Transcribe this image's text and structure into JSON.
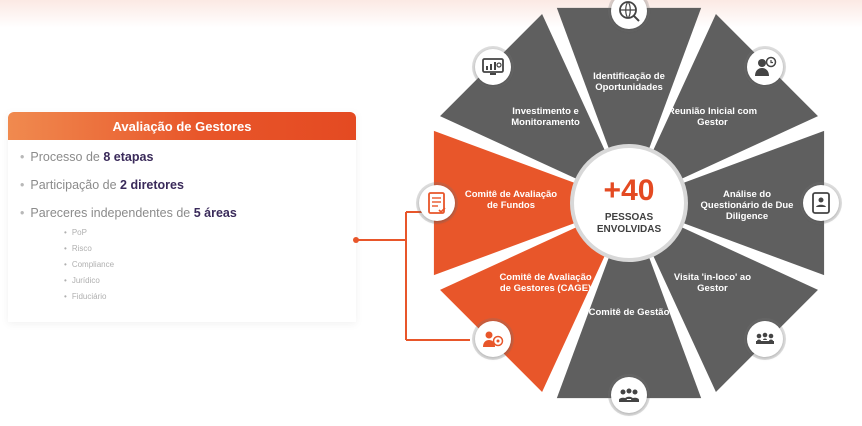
{
  "card": {
    "title": "Avaliação de Gestores",
    "bullets": [
      {
        "prefix": "Processo de ",
        "bold": "8 etapas"
      },
      {
        "prefix": "Participação de ",
        "bold": "2 diretores"
      },
      {
        "prefix": "Pareceres independentes de ",
        "bold": "5 áreas"
      }
    ],
    "areas": [
      "PoP",
      "Risco",
      "Compliance",
      "Jurídico",
      "Fiduciário"
    ]
  },
  "center": {
    "number": "+40",
    "line1": "PESSOAS",
    "line2": "ENVOLVIDAS"
  },
  "segments": [
    {
      "label": "Identificação de Oportunidades",
      "icon": "globe-search-icon",
      "color": "#5f5f5f"
    },
    {
      "label": "Reunião Inicial com Gestor",
      "icon": "meeting-clock-icon",
      "color": "#5f5f5f"
    },
    {
      "label": "Análise do Questionário de Due Diligence",
      "icon": "questionnaire-icon",
      "color": "#5f5f5f"
    },
    {
      "label": "Visita 'in-loco' ao Gestor",
      "icon": "team-meeting-icon",
      "color": "#5f5f5f"
    },
    {
      "label": "Comitê de Gestão",
      "icon": "committee-icon",
      "color": "#5f5f5f"
    },
    {
      "label": "Comitê de Avaliação de Gestores (CAGE)",
      "icon": "manager-target-icon",
      "color": "#e8562a"
    },
    {
      "label": "Comitê de Avaliação de Fundos",
      "icon": "fund-document-icon",
      "color": "#e8562a"
    },
    {
      "label": "Investimento e Monitoramento",
      "icon": "monitor-chart-icon",
      "color": "#5f5f5f"
    }
  ],
  "colors": {
    "accent": "#e8562a",
    "gray": "#5f5f5f",
    "center_number": "#e44a22"
  }
}
